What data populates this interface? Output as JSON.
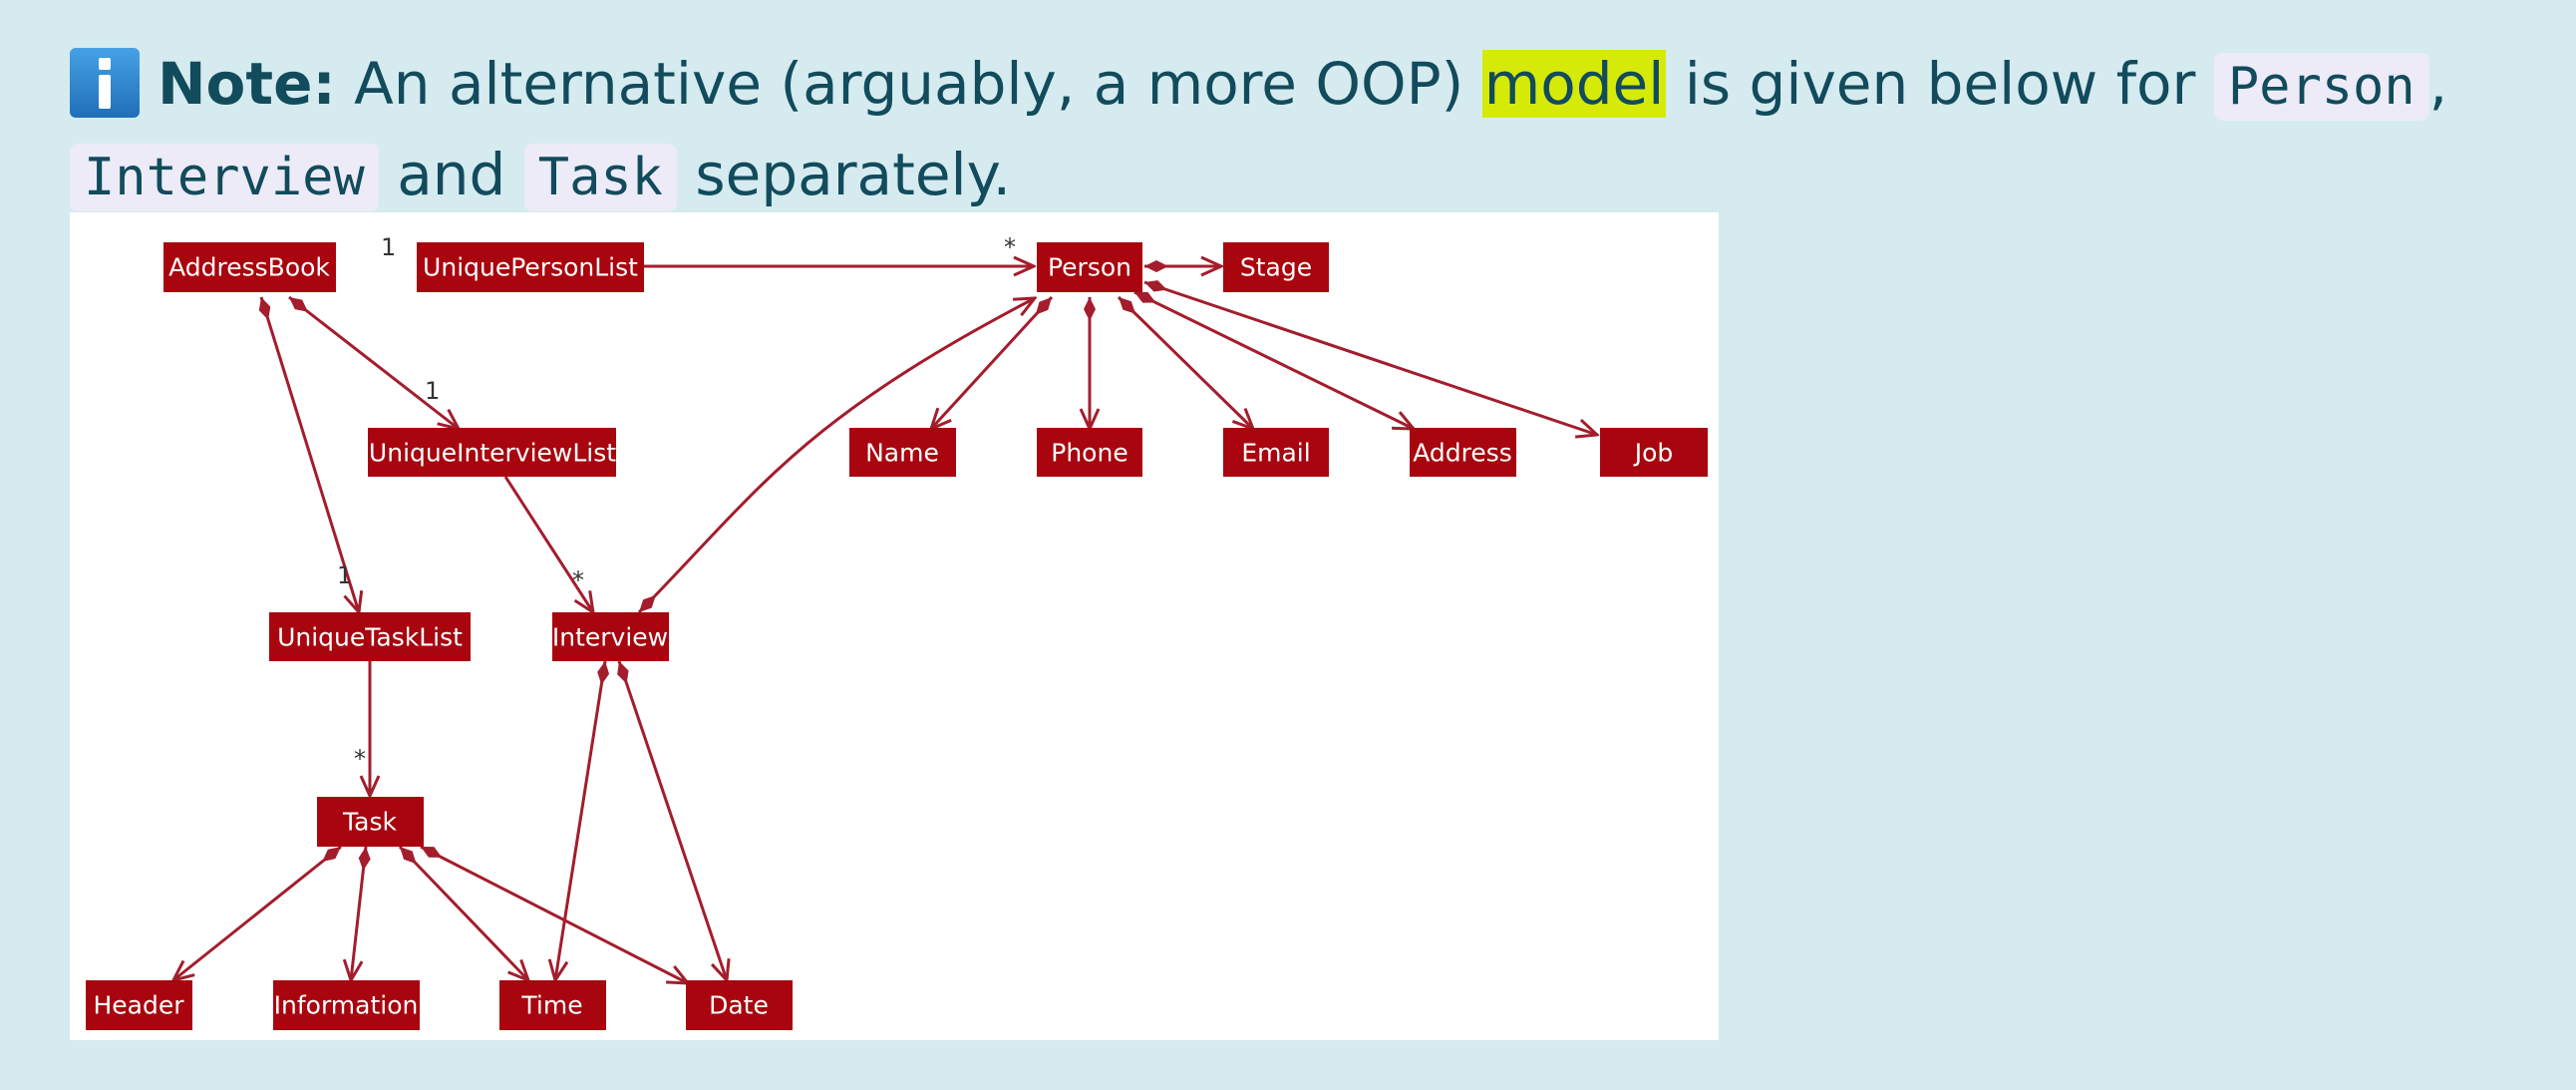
{
  "note": {
    "label": "Note:",
    "text1": "An alternative (arguably, a more OOP) ",
    "highlight": "model",
    "text2": " is given below for ",
    "code1": "Person",
    "text3": ",",
    "code2": "Interview",
    "text4": " and ",
    "code3": "Task",
    "text5": " separately."
  },
  "colors": {
    "background": "#d5ebef",
    "box_fill": "#a8050f",
    "edge": "#a31d2c",
    "highlight": "#d6ea0a"
  },
  "icons": {
    "note": "info-icon"
  },
  "diagram": {
    "classes": {
      "addressbook": "AddressBook",
      "uniquepersonlist": "UniquePersonList",
      "person": "Person",
      "stage": "Stage",
      "uniqueinterviewlist": "UniqueInterviewList",
      "name": "Name",
      "phone": "Phone",
      "email": "Email",
      "address": "Address",
      "job": "Job",
      "uniquetasklist": "UniqueTaskList",
      "interview": "Interview",
      "task": "Task",
      "header": "Header",
      "information": "Information",
      "time": "Time",
      "date": "Date"
    },
    "multiplicities": {
      "addressbook_personlist": "1",
      "personlist_person": "*",
      "addressbook_interviewlist": "1",
      "addressbook_tasklist": "1",
      "interviewlist_interview": "*",
      "tasklist_task": "*"
    }
  }
}
